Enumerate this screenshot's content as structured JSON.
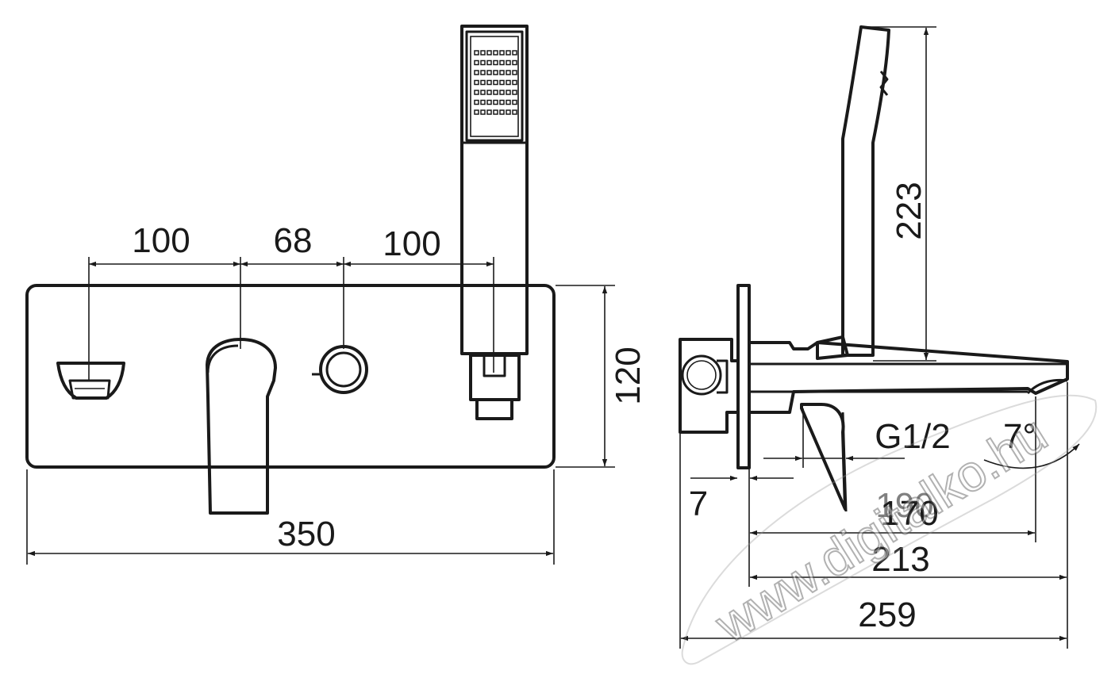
{
  "front_view": {
    "dimensions": {
      "spacing_left": "100",
      "spacing_middle": "68",
      "spacing_right": "100",
      "plate_height": "120",
      "overall_width": "350"
    }
  },
  "side_view": {
    "dimensions": {
      "shower_height": "223",
      "thread": "G1/2",
      "spout_angle": "7°",
      "plate_thickness": "7",
      "spout_170": "170",
      "spout_190": "190",
      "spout_213": "213",
      "overall_depth": "259"
    }
  },
  "watermark": {
    "text": "www.digitalko.hu"
  }
}
